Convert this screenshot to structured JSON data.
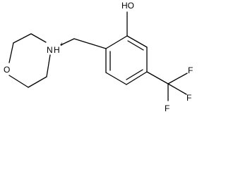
{
  "molecule": {
    "atoms": {
      "hydroxyl": "HO",
      "nitrogen": "N",
      "nitrogen_hydrogen": "H",
      "charge": "+",
      "oxygen_ring": "O",
      "fluorine_top": "F",
      "fluorine_right": "F",
      "fluorine_bottom": "F"
    }
  }
}
